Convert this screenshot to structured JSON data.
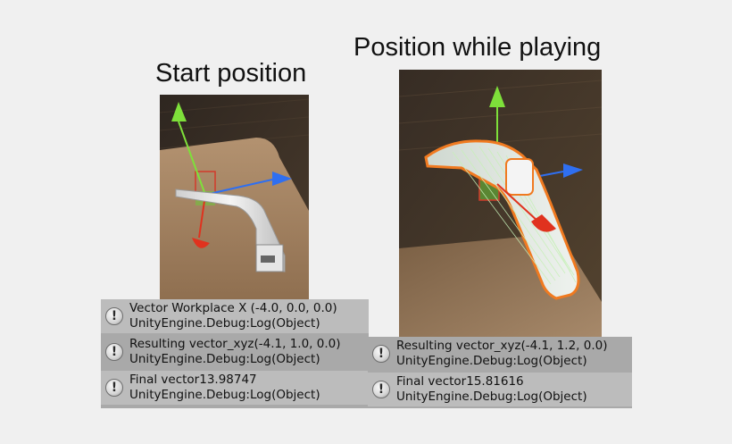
{
  "captions": {
    "start": "Start position",
    "playing": "Position while playing"
  },
  "left_console": {
    "entries": [
      {
        "message": "Vector Workplace X (-4.0, 0.0, 0.0)",
        "source": "UnityEngine.Debug:Log(Object)",
        "icon": "warning-icon"
      },
      {
        "message": "Resulting vector_xyz(-4.1, 1.0, 0.0)",
        "source": "UnityEngine.Debug:Log(Object)",
        "icon": "warning-icon"
      },
      {
        "message": "Final vector13.98747",
        "source": "UnityEngine.Debug:Log(Object)",
        "icon": "warning-icon"
      }
    ]
  },
  "right_console": {
    "entries": [
      {
        "message": "Resulting vector_xyz(-4.1, 1.2, 0.0)",
        "source": "UnityEngine.Debug:Log(Object)",
        "icon": "warning-icon"
      },
      {
        "message": "Final vector15.81616",
        "source": "UnityEngine.Debug:Log(Object)",
        "icon": "warning-icon"
      }
    ]
  },
  "colors": {
    "axis_y": "#7ee03a",
    "axis_x": "#2f6ff0",
    "axis_z": "#e0321e",
    "selection_outline": "#f07a20",
    "floor_dark": "#3b3026",
    "floor_light": "#a88a66"
  }
}
